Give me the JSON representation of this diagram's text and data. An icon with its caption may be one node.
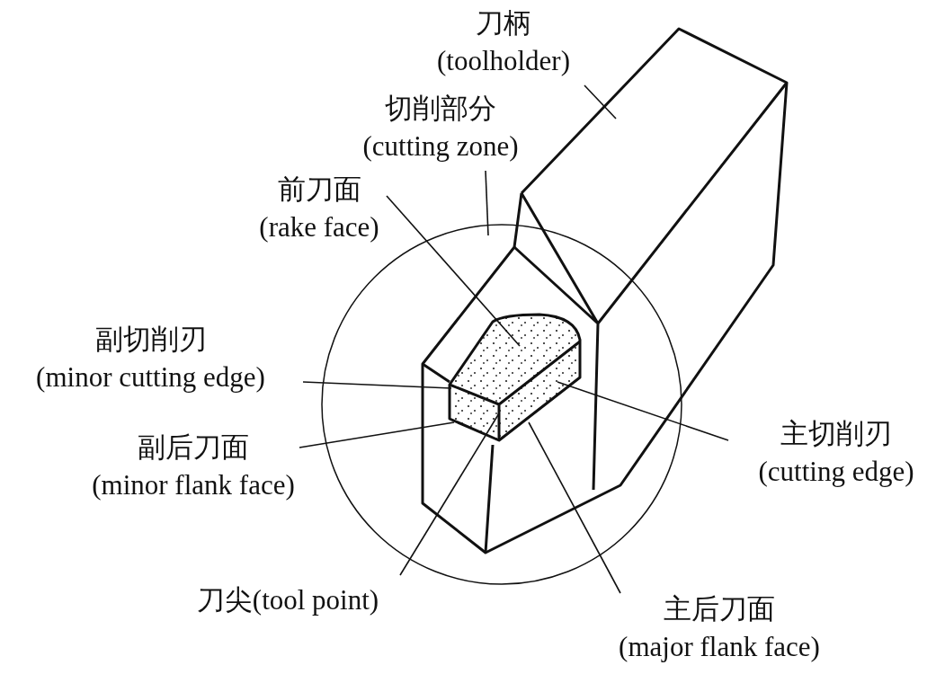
{
  "diagram": {
    "nodes": [
      {
        "text": [
          "刀柄",
          "(toolholder)"
        ]
      },
      {
        "text": [
          "切削部分",
          "(cutting zone)"
        ]
      },
      {
        "text": [
          "前刀面",
          "(rake face)"
        ]
      },
      {
        "text": [
          "副切削刃",
          "(minor cutting edge)"
        ]
      },
      {
        "text": [
          "副后刀面",
          "(minor flank face)"
        ]
      },
      {
        "text": [
          "主切削刃",
          "(cutting edge)"
        ]
      },
      {
        "text": [
          "刀尖(tool point)"
        ]
      },
      {
        "text": [
          "主后刀面",
          "(major flank face)"
        ]
      }
    ],
    "edges": [
      {
        "from": 0,
        "to": null,
        "arrow": "none"
      },
      {
        "from": 1,
        "to": null,
        "arrow": "none"
      },
      {
        "from": 2,
        "to": null,
        "arrow": "none"
      },
      {
        "from": 3,
        "to": null,
        "arrow": "none"
      },
      {
        "from": 4,
        "to": null,
        "arrow": "none"
      },
      {
        "from": 5,
        "to": null,
        "arrow": "none"
      },
      {
        "from": 6,
        "to": null,
        "arrow": "none"
      },
      {
        "from": 7,
        "to": null,
        "arrow": "none"
      }
    ]
  }
}
